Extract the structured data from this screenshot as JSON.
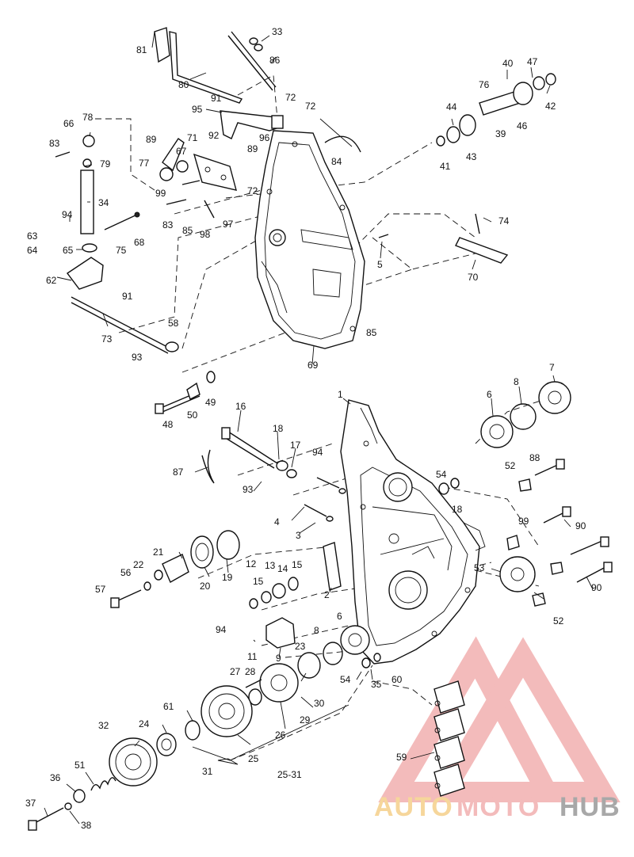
{
  "labels": [
    "1",
    "2",
    "3",
    "4",
    "5",
    "6",
    "6",
    "7",
    "8",
    "8",
    "9",
    "11",
    "12",
    "13",
    "14",
    "15",
    "15",
    "16",
    "17",
    "18",
    "18",
    "19",
    "20",
    "21",
    "22",
    "23",
    "24",
    "25",
    "25-31",
    "26",
    "27",
    "28",
    "29",
    "30",
    "31",
    "32",
    "33",
    "34",
    "35",
    "36",
    "37",
    "38",
    "39",
    "40",
    "41",
    "42",
    "43",
    "44",
    "46",
    "47",
    "48",
    "49",
    "50",
    "51",
    "52",
    "52",
    "53",
    "54",
    "54",
    "56",
    "57",
    "58",
    "59",
    "60",
    "61",
    "62",
    "63",
    "64",
    "65",
    "66",
    "67",
    "68",
    "69",
    "70",
    "71",
    "72",
    "72",
    "72",
    "73",
    "74",
    "75",
    "76",
    "77",
    "78",
    "79",
    "80",
    "81",
    "83",
    "83",
    "84",
    "85",
    "85",
    "86",
    "87",
    "88",
    "89",
    "89",
    "90",
    "90",
    "91",
    "91",
    "92",
    "93",
    "93",
    "94",
    "94",
    "94",
    "95",
    "96",
    "97",
    "98",
    "99",
    "99"
  ],
  "watermark": {
    "left_text": "AUTO",
    "middle_text": "MOTO",
    "right_text": "HUB",
    "accent_color": "#f2b0b0",
    "left_color": "#f5d08a",
    "right_color": "#9a9a9a"
  }
}
